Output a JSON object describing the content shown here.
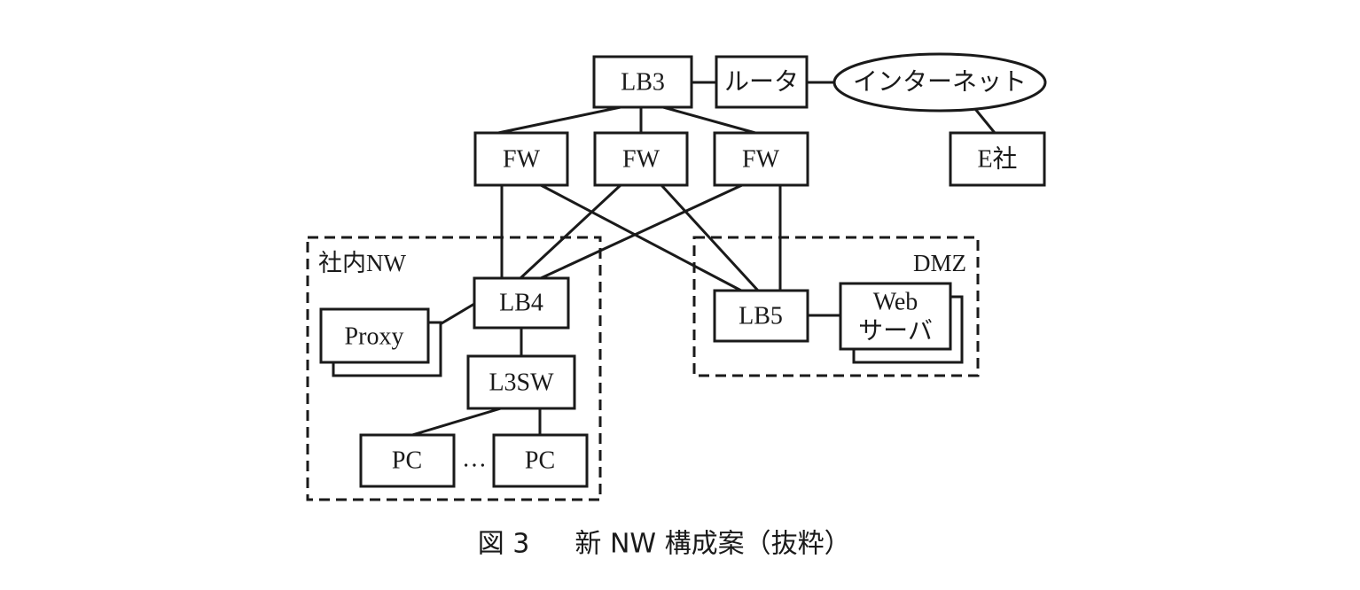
{
  "caption": {
    "figure_number": "図 3",
    "title": "新 NW 構成案（抜粋）"
  },
  "zones": {
    "internal": "社内NW",
    "dmz": "DMZ"
  },
  "nodes": {
    "lb3": "LB3",
    "router": "ルータ",
    "internet": "インターネット",
    "company_e": "E社",
    "fw1": "FW",
    "fw2": "FW",
    "fw3": "FW",
    "lb4": "LB4",
    "proxy": "Proxy",
    "l3sw": "L3SW",
    "pc1": "PC",
    "pc2": "PC",
    "ellipsis": "…",
    "lb5": "LB5",
    "web_line1": "Web",
    "web_line2": "サーバ"
  }
}
